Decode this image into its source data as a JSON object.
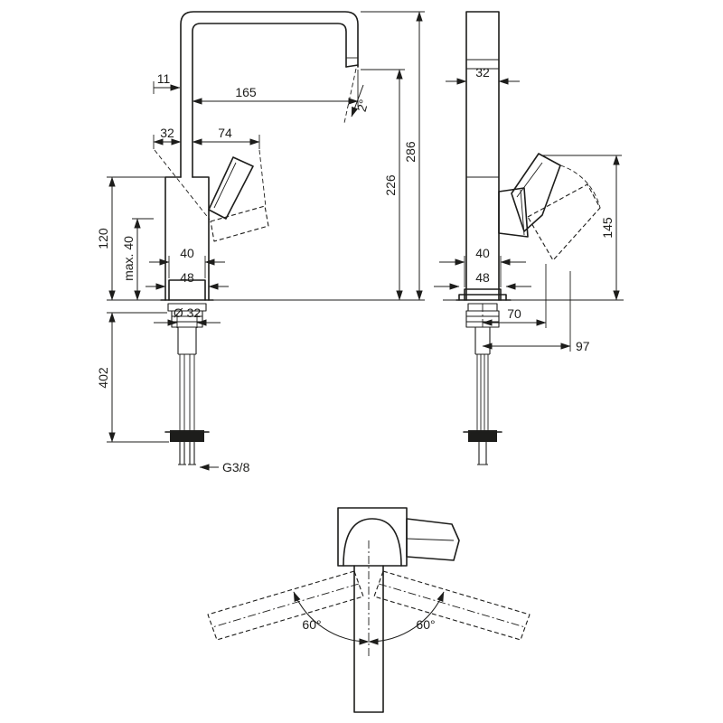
{
  "drawing": {
    "background": "#ffffff",
    "ink": "#1d1d1b",
    "front": {
      "dims": {
        "spout_pipe_offset": "11",
        "spout_reach": "165",
        "outlet_angle": "2°",
        "handle_offset": "32",
        "handle_length": "74",
        "body_height": "120",
        "max_mounting_depth": "max. 40",
        "aerator_width": "40",
        "base_width": "48",
        "hole_diameter": "Ø 32",
        "supply_length": "402",
        "thread_size": "G3/8",
        "spout_height": "226",
        "overall_height": "286"
      }
    },
    "side": {
      "dims": {
        "body_depth": "32",
        "handle_height": "145",
        "aerator_depth": "40",
        "base_depth": "48",
        "handle_projection": "70",
        "overall_depth": "97"
      }
    },
    "plan": {
      "dims": {
        "swivel_left": "60°",
        "swivel_right": "60°"
      }
    }
  }
}
